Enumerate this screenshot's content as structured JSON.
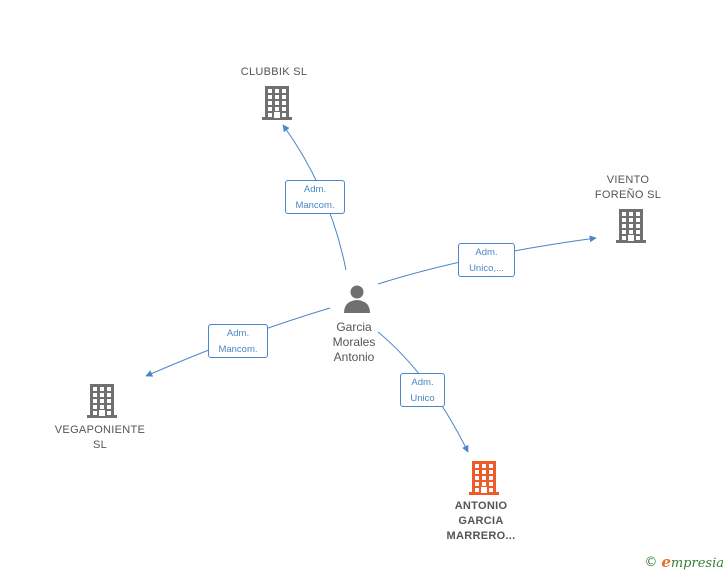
{
  "center": {
    "name": "Garcia\nMorales\nAntonio"
  },
  "companies": [
    {
      "id": "clubbik",
      "name": "CLUBBIK  SL",
      "highlight": false
    },
    {
      "id": "viento",
      "name": "VIENTO\nFOREÑO  SL",
      "highlight": false
    },
    {
      "id": "vegaponiente",
      "name": "VEGAPONIENTE\nSL",
      "highlight": false
    },
    {
      "id": "antonio",
      "name": "ANTONIO\nGARCIA\nMARRERO...",
      "highlight": true
    }
  ],
  "relations": [
    {
      "to": "clubbik",
      "label": "Adm.\nMancom."
    },
    {
      "to": "viento",
      "label": "Adm.\nUnico,..."
    },
    {
      "to": "vegaponiente",
      "label": "Adm.\nMancom."
    },
    {
      "to": "antonio",
      "label": "Adm.\nUnico"
    }
  ],
  "colors": {
    "edge": "#4a86c8",
    "building": "#707070",
    "building_highlight": "#f05a28",
    "person": "#707070"
  },
  "icons": {
    "company": "building-icon",
    "person": "person-icon"
  },
  "footer": {
    "copyright_symbol": "©",
    "brand_initial": "e",
    "brand_rest": "mpresia"
  }
}
